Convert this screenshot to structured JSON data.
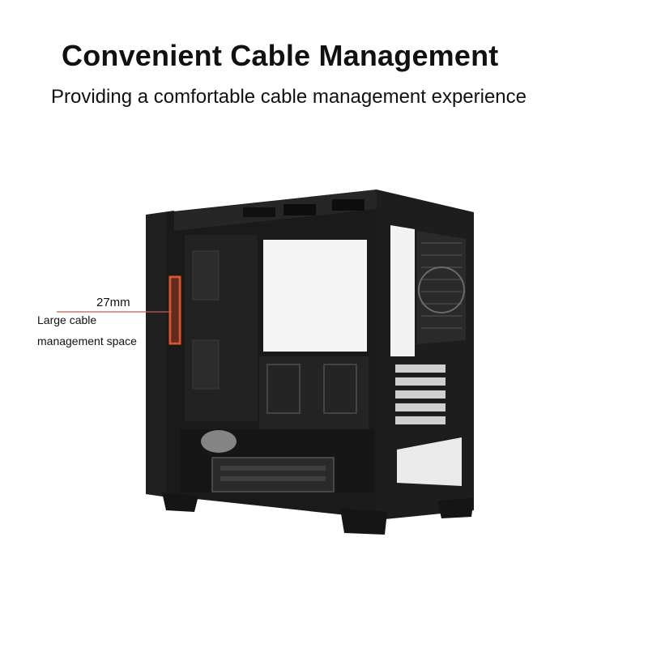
{
  "headline": {
    "title": "Convenient Cable Management",
    "subtitle": "Providing a comfortable cable management experience"
  },
  "callout": {
    "measurement": "27mm",
    "label_line1": "Large cable",
    "label_line2": "management space"
  },
  "colors": {
    "background": "#ffffff",
    "case_body": "#1c1c1c",
    "highlight": "#e0522a"
  }
}
